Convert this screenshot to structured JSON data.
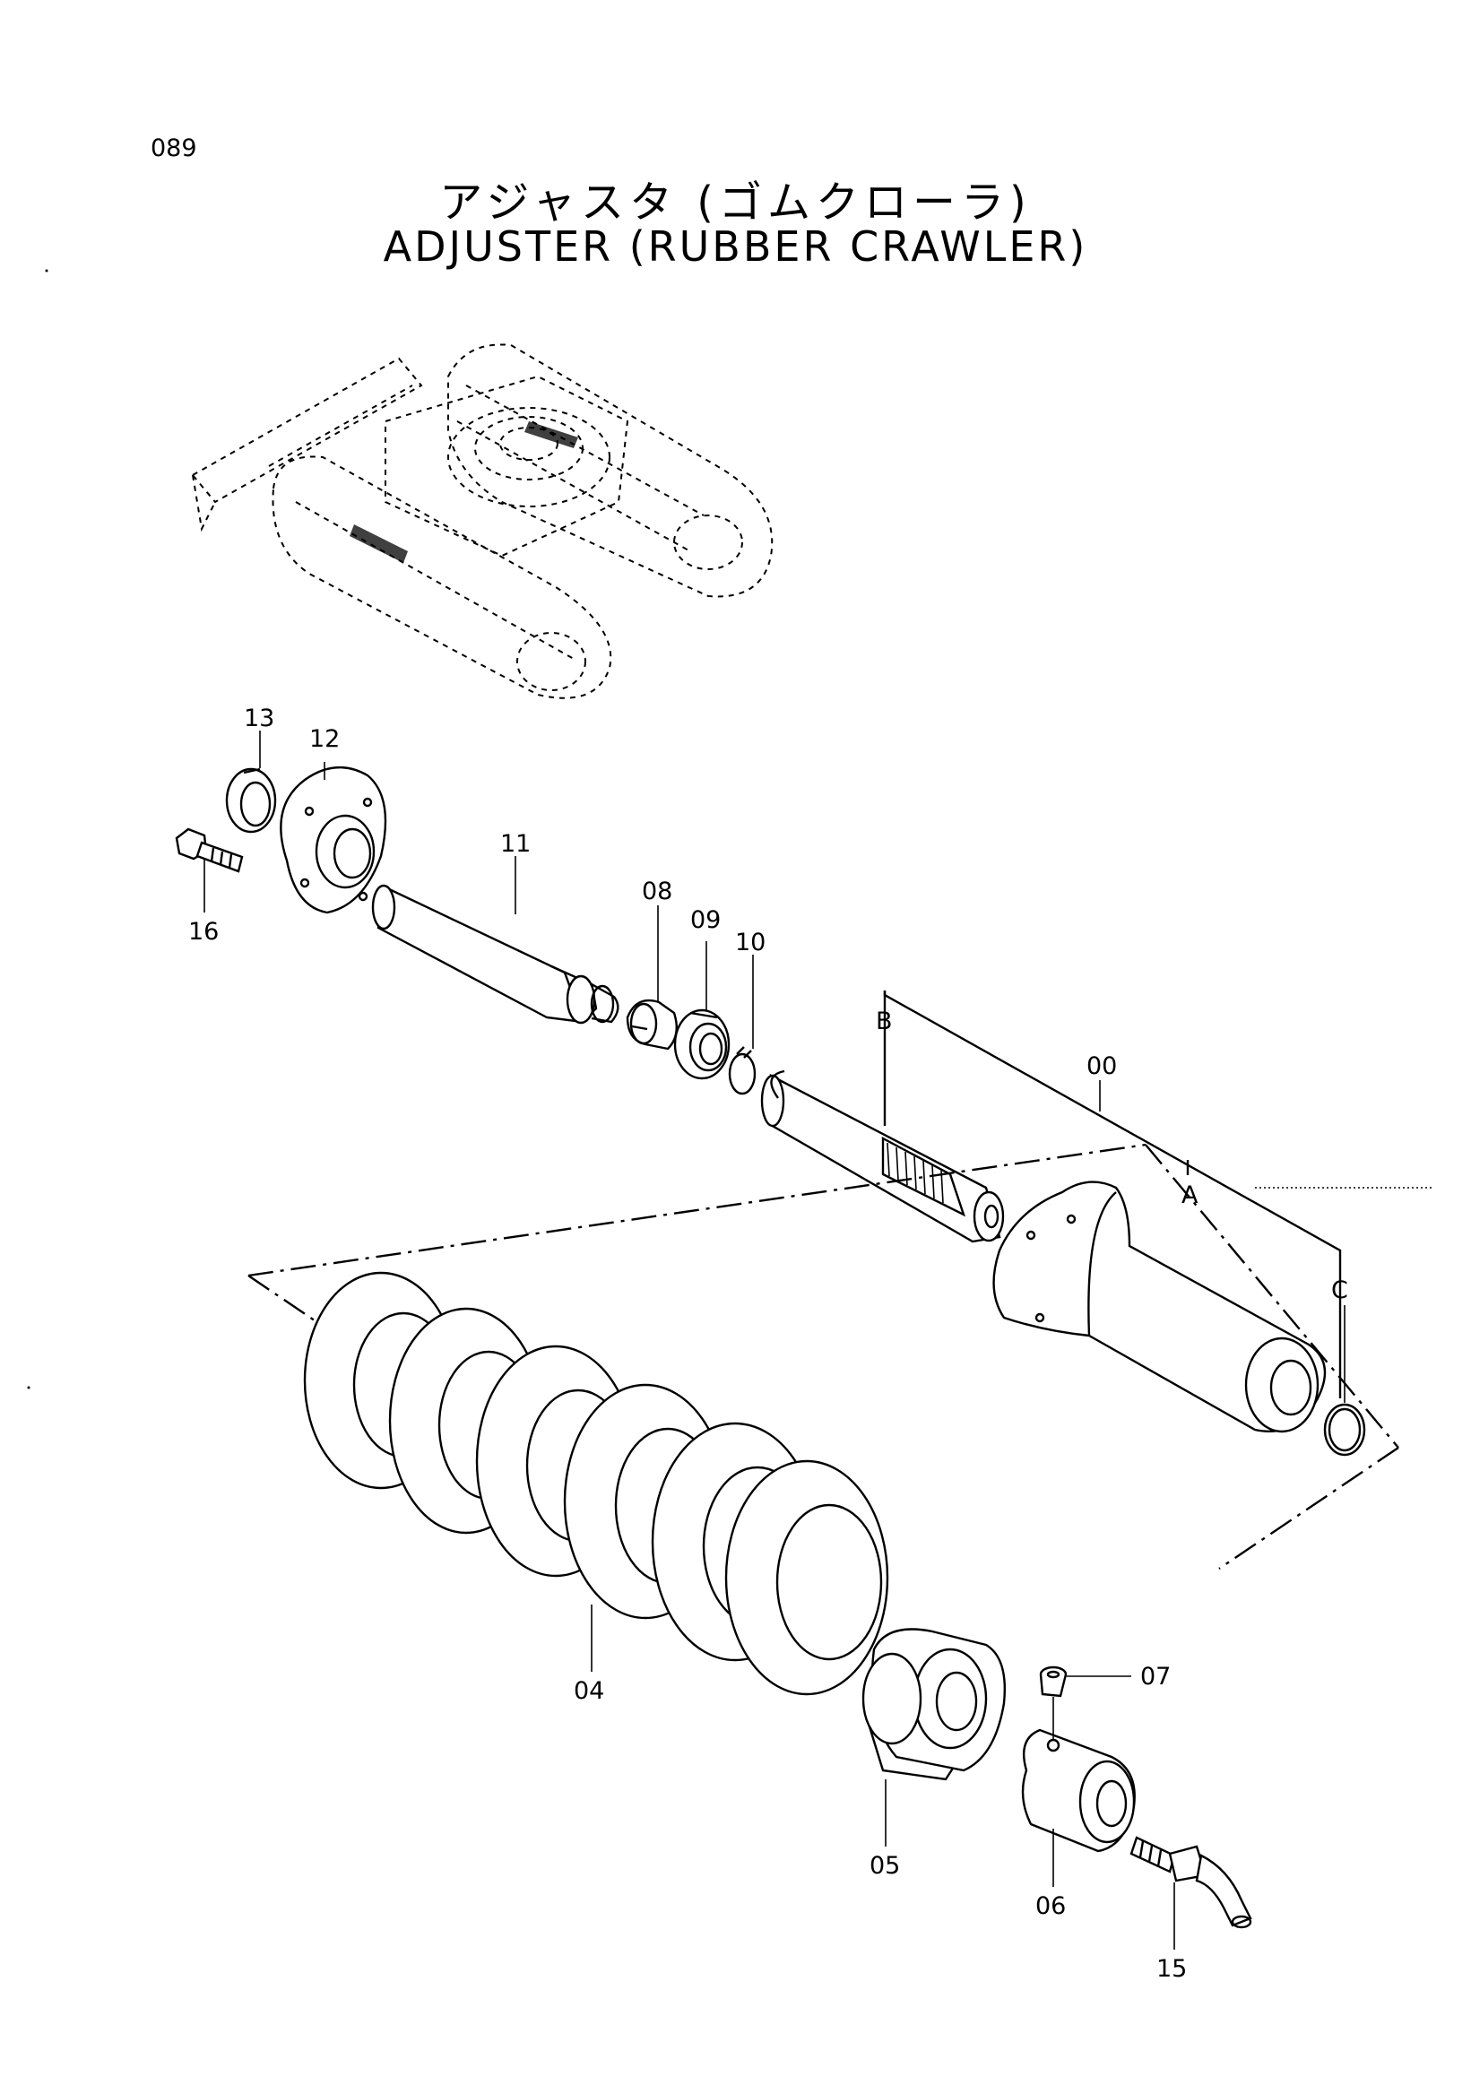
{
  "page_number": "089",
  "title_jp": "アジャスタ (ゴムクローラ)",
  "title_en": "ADJUSTER (RUBBER CRAWLER)",
  "part_labels": {
    "p00": "00",
    "p04": "04",
    "p05": "05",
    "p06": "06",
    "p07": "07",
    "p08": "08",
    "p09": "09",
    "p10": "10",
    "p11": "11",
    "p12": "12",
    "p13": "13",
    "p15": "15",
    "p16": "16"
  },
  "group_labels": {
    "a": "A",
    "b": "B",
    "c": "C"
  }
}
